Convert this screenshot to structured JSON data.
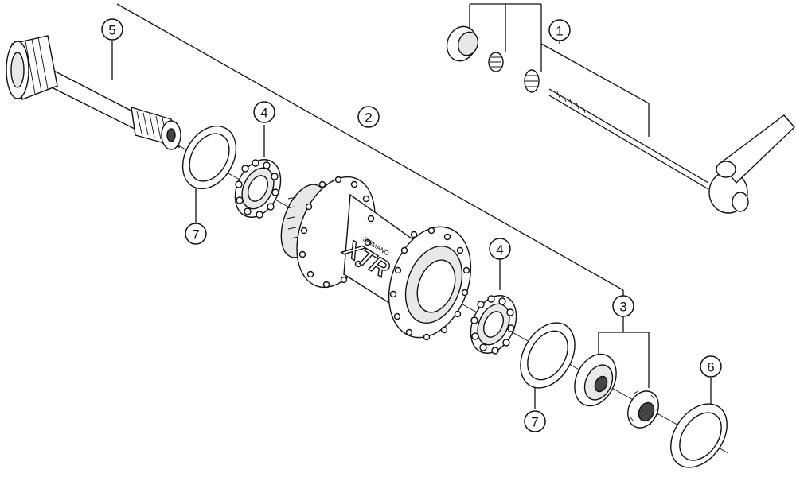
{
  "callouts": {
    "c1": "1",
    "c2": "2",
    "c3": "3",
    "c4a": "4",
    "c4b": "4",
    "c5": "5",
    "c6": "6",
    "c7a": "7",
    "c7b": "7"
  },
  "hub": {
    "brand": "SHIMANO",
    "model": "XTR"
  }
}
